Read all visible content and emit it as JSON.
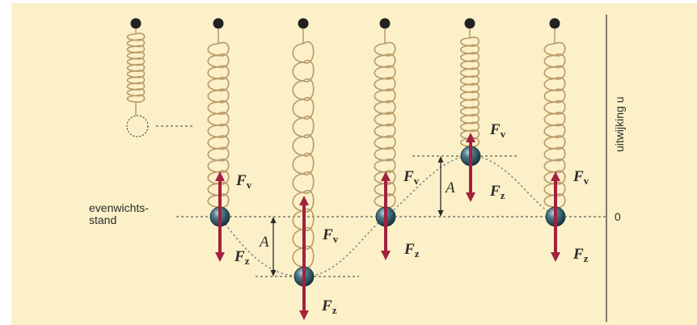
{
  "axis": {
    "label": "uitwijking u",
    "zero_label": "0"
  },
  "labels": {
    "equilibrium_line1": "evenwichts-",
    "equilibrium_line2": "stand",
    "amplitude": "A"
  },
  "forces": {
    "spring_symbol": "F",
    "spring_sub": "v",
    "gravity_symbol": "F",
    "gravity_sub": "z"
  },
  "colors": {
    "background": "#fbf0c7",
    "spring": "#b89968",
    "force_arrow": "#a3203f",
    "mass": "#2e5866"
  }
}
